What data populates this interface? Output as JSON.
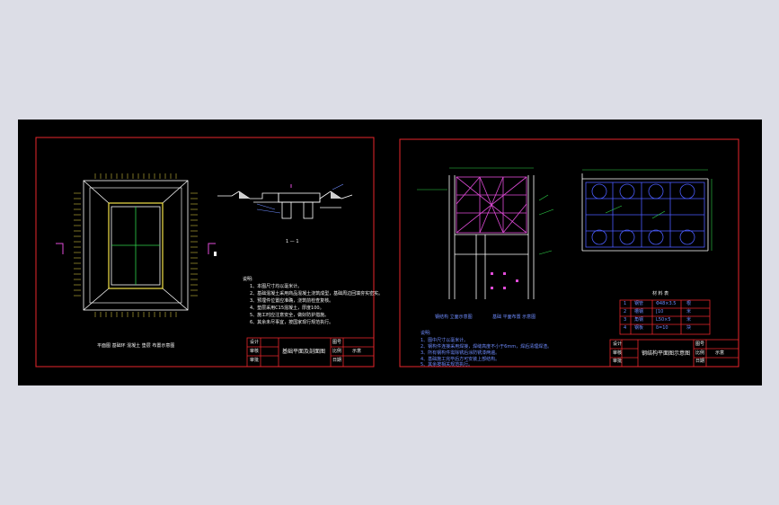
{
  "sheet1": {
    "plan_title": "平面图 基础环 混凝土 垫层 布置示意图",
    "section_label": "1 — 1",
    "notes": {
      "heading": "说明:",
      "lines": [
        "1、本图尺寸均以毫米计。",
        "2、基础混凝土采用商品混凝土浇筑成型，基础周边回填夯实密实。",
        "3、预埋件位置应准确，浇筑前检查复核。",
        "4、垫层采用C15混凝土，厚度100。",
        "5、施工时应注意安全，做好防护措施。",
        "6、其余未尽事宜，按国家现行规范执行。"
      ]
    },
    "title_block": {
      "role_labels": [
        "设计",
        "审核",
        "审批"
      ],
      "drawing_name": "基础平面及剖面图",
      "field_labels": [
        "图号",
        "比例",
        "日期"
      ],
      "scale": "示意"
    }
  },
  "sheet2": {
    "caption_left": "钢结构 立面示意图",
    "caption_mid": "基础 平面布置 示意图",
    "table": {
      "title": "材 料 表",
      "rows": [
        [
          "1",
          "钢管",
          "Φ48×3.5",
          "根"
        ],
        [
          "2",
          "槽钢",
          "[10",
          "米"
        ],
        [
          "3",
          "角钢",
          "L50×5",
          "米"
        ],
        [
          "4",
          "钢板",
          "δ=10",
          "块"
        ]
      ]
    },
    "notes": {
      "heading": "说明:",
      "lines": [
        "1、图中尺寸以毫米计。",
        "2、钢构件连接采用焊接，焊缝高度不小于6mm，焊后清理焊渣。",
        "3、所有钢构件需除锈后涂防锈漆两遍。",
        "4、基础施工完毕后方可安装上部结构。",
        "5、其余按相关规范执行。"
      ]
    },
    "title_block": {
      "role_labels": [
        "设计",
        "审核",
        "审批"
      ],
      "drawing_name": "钢结构平面图示意图",
      "field_labels": [
        "图号",
        "比例",
        "日期"
      ],
      "scale": "示意"
    }
  },
  "colors": {
    "frame": "#e8262b",
    "line": "#ffffff",
    "accent_yellow": "#f3e24a",
    "accent_green": "#2fd34a",
    "accent_cyan": "#3ce6e6",
    "accent_magenta": "#e04bd8",
    "accent_blue": "#4a5cff"
  }
}
